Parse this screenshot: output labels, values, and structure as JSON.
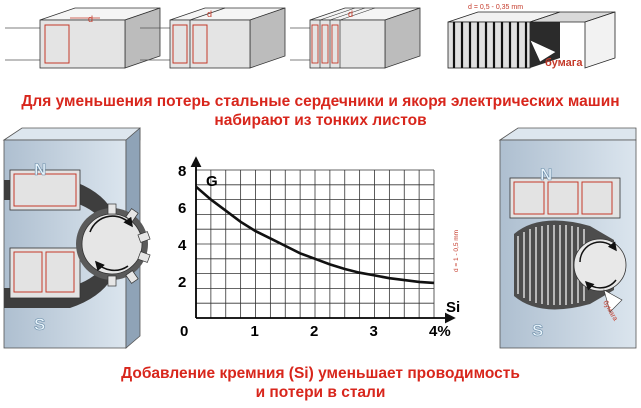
{
  "top_captions": {
    "line1": "Для уменьшения потерь стальные сердечники и якоря электрических машин",
    "line2": "набирают из тонких листов"
  },
  "bottom_captions": {
    "line1": "Добавление кремния (Si) уменьшает проводимость",
    "line2": "и потери в стали"
  },
  "lamination_blocks": {
    "thickness_label": "d",
    "sheet_label": "d = 0,5 - 0,35 mm",
    "paper_label": "бумага"
  },
  "motor_left": {
    "north_label": "N",
    "south_label": "S"
  },
  "motor_right": {
    "north_label": "N",
    "south_label": "S",
    "sheet_label": "d = 1 - 0,5 mm",
    "paper_label": "бумага"
  },
  "chart_data": {
    "type": "line",
    "title": "",
    "xlabel": "Si",
    "ylabel": "G",
    "xlim": [
      0,
      4
    ],
    "ylim": [
      0,
      8
    ],
    "x_ticks": [
      "0",
      "1",
      "2",
      "3",
      "4%"
    ],
    "y_ticks": [
      "2",
      "4",
      "6",
      "8"
    ],
    "grid": true,
    "series": [
      {
        "x": [
          0,
          0.25,
          0.5,
          0.75,
          1,
          1.25,
          1.5,
          1.75,
          2,
          2.25,
          2.5,
          2.75,
          3,
          3.25,
          3.5,
          3.75,
          4
        ],
        "y": [
          7.1,
          6.4,
          5.8,
          5.2,
          4.7,
          4.3,
          3.9,
          3.5,
          3.2,
          2.9,
          2.65,
          2.45,
          2.3,
          2.15,
          2.05,
          1.95,
          1.9
        ]
      }
    ],
    "colors": {
      "curve": "#111111",
      "grid": "#333333",
      "axes": "#000000"
    }
  },
  "colors": {
    "caption": "#d8261c",
    "core_face": "#e4e4e4",
    "core_top": "#f5f5f5",
    "core_side": "#b9b9b9",
    "motor_body": "#c9d6e2",
    "motor_dark": "#4a4a4a",
    "pole_label": "#e8f4fb",
    "current_arrow": "#c43a2a"
  }
}
